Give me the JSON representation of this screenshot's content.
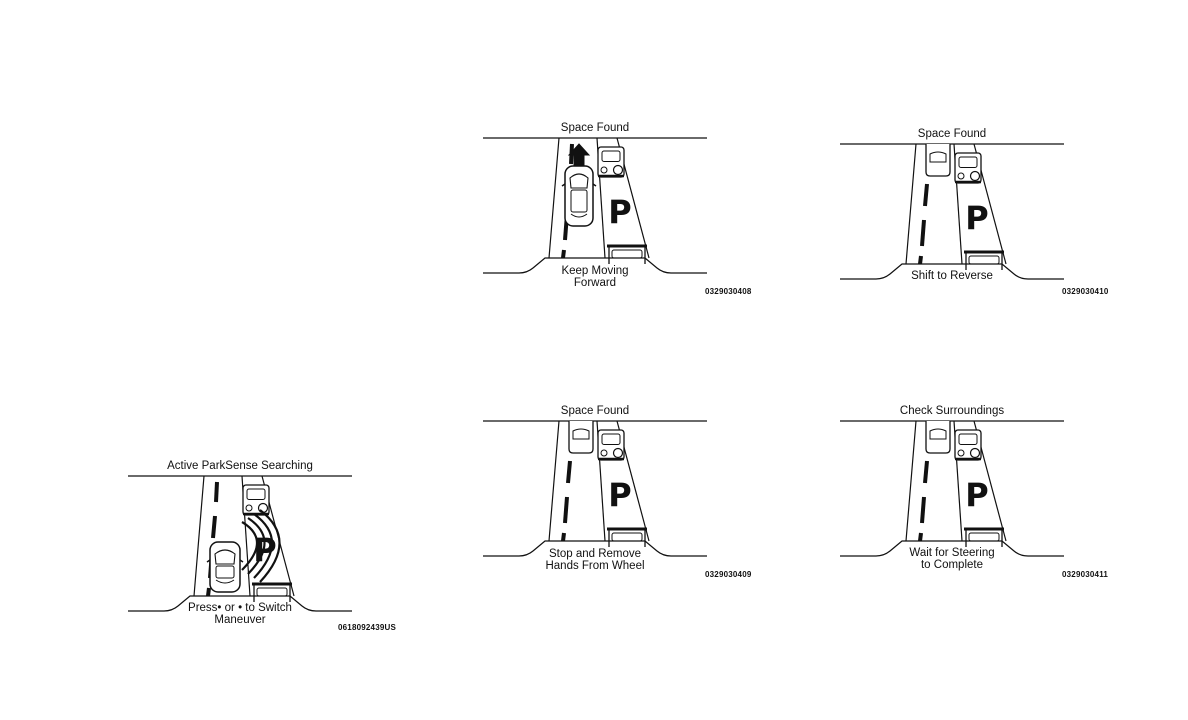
{
  "panels": [
    {
      "title": "Active ParkSense Searching",
      "caption_line1": "Press• or • to Switch",
      "caption_line2": "Maneuver",
      "code": "0618092439US",
      "scene": "searching"
    },
    {
      "title": "Space Found",
      "caption_line1": "Keep Moving",
      "caption_line2": "Forward",
      "code": "0329030408",
      "scene": "forward"
    },
    {
      "title": "Space Found",
      "caption_line1": "Shift to Reverse",
      "caption_line2": "",
      "code": "0329030410",
      "scene": "reverse"
    },
    {
      "title": "Space Found",
      "caption_line1": "Stop and Remove",
      "caption_line2": "Hands From Wheel",
      "code": "0329030409",
      "scene": "stopped"
    },
    {
      "title": "Check Surroundings",
      "caption_line1": "Wait for Steering",
      "caption_line2": "to Complete",
      "code": "0329030411",
      "scene": "stopped"
    }
  ],
  "parking_space_letter": "P"
}
